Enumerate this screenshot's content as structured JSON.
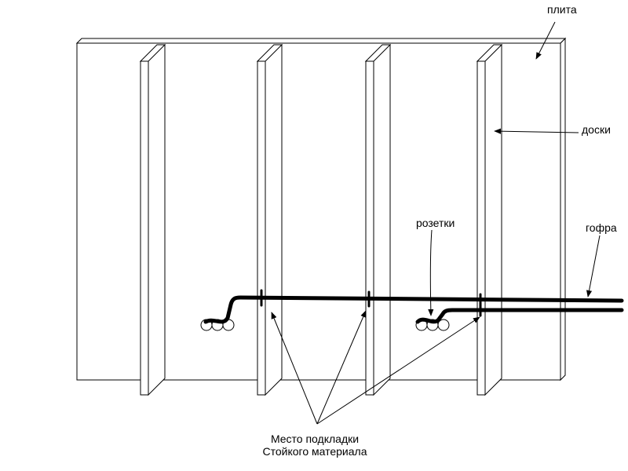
{
  "labels": {
    "plita": "плита",
    "doski": "доски",
    "rozetki": "розетки",
    "gofra": "гофра",
    "mesto_line1": "Место подкладки",
    "mesto_line2": "Стойкого материала"
  },
  "colors": {
    "stroke": "#000000",
    "background": "#ffffff"
  }
}
